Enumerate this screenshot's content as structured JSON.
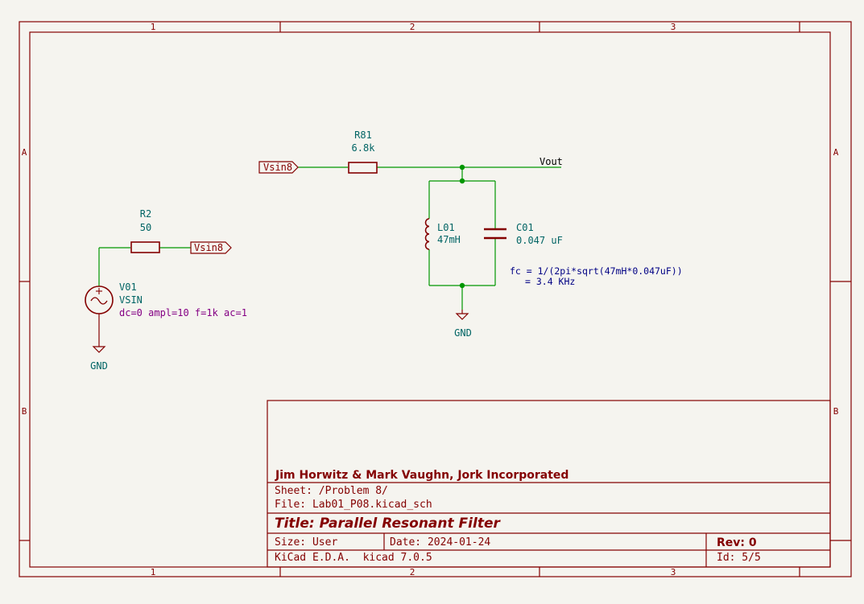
{
  "frame": {
    "columns": [
      "1",
      "2",
      "3"
    ],
    "rows": [
      "A",
      "B"
    ]
  },
  "components": {
    "r81": {
      "ref": "R81",
      "value": "6.8k"
    },
    "r2": {
      "ref": "R2",
      "value": "50"
    },
    "v01": {
      "ref": "V01",
      "value": "VSIN",
      "sim": "dc=0 ampl=10 f=1k ac=1"
    },
    "l01": {
      "ref": "L01",
      "value": "47mH"
    },
    "c01": {
      "ref": "C01",
      "value": "0.047 uF"
    }
  },
  "labels": {
    "vsin8_a": "Vsin8",
    "vsin8_b": "Vsin8",
    "vout": "Vout",
    "gnd_1": "GND",
    "gnd_2": "GND"
  },
  "note": {
    "line1": "fc = 1/(2pi*sqrt(47mH*0.047uF))",
    "line2": "= 3.4 KHz"
  },
  "title_block": {
    "company": "Jim Horwitz & Mark Vaughn, Jork Incorporated",
    "sheet": "Sheet: /Problem 8/",
    "file": "File: Lab01_P08.kicad_sch",
    "title": "Title: Parallel Resonant Filter",
    "size": "Size: User",
    "date": "Date: 2024-01-24",
    "rev": "Rev: 0",
    "tool": "KiCad E.D.A.  kicad 7.0.5",
    "id": "Id: 5/5"
  },
  "colors": {
    "frame": "#840000",
    "wire": "#009600",
    "reference": "#006464",
    "note": "#000084",
    "sim": "#840084",
    "background": "#f5f4ef"
  }
}
